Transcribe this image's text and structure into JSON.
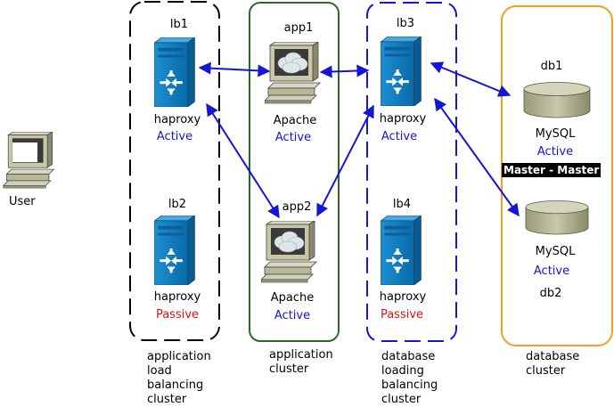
{
  "user": {
    "label": "User"
  },
  "nodes": {
    "lb1": {
      "name": "lb1",
      "service": "haproxy",
      "status": "Active"
    },
    "lb2": {
      "name": "lb2",
      "service": "haproxy",
      "status": "Passive"
    },
    "app1": {
      "name": "app1",
      "service": "Apache",
      "status": "Active"
    },
    "app2": {
      "name": "app2",
      "service": "Apache",
      "status": "Active"
    },
    "lb3": {
      "name": "lb3",
      "service": "haproxy",
      "status": "Active"
    },
    "lb4": {
      "name": "lb4",
      "service": "haproxy",
      "status": "Passive"
    },
    "db1": {
      "name": "db1",
      "service": "MySQL",
      "status": "Active"
    },
    "db2": {
      "name": "db2",
      "service": "MySQL",
      "status": "Active"
    }
  },
  "replication_label": "Master - Master",
  "clusters": {
    "app_lb": "application\nload\nbalancing\ncluster",
    "app": "application\ncluster",
    "db_lb": "database\nloading\nbalancing\ncluster",
    "db": "database\ncluster"
  },
  "colors": {
    "active": "#1515d6",
    "passive": "#e01010",
    "arrow": "#1515d6",
    "app_lb_border": "#000000",
    "app_border": "#2a6a2a",
    "db_lb_border": "#1515d6",
    "db_border": "#f0a020"
  }
}
